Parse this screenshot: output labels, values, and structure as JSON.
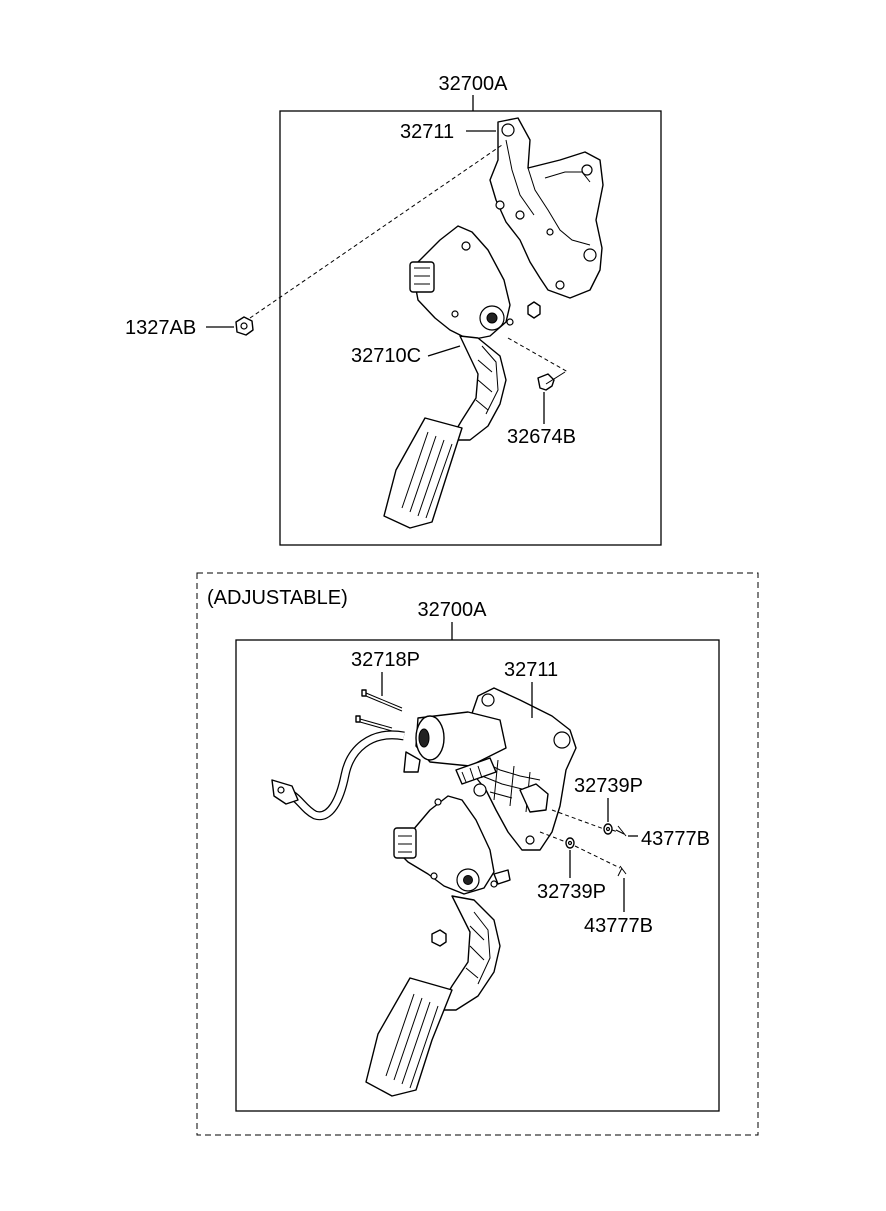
{
  "upper_assembly": {
    "assembly_label": "32700A",
    "labels": {
      "bracket": "32711",
      "nut": "1327AB",
      "pedal": "32710C",
      "bolt": "32674B"
    }
  },
  "adjustable_assembly": {
    "section_title": "(ADJUSTABLE)",
    "assembly_label": "32700A",
    "labels": {
      "bolt": "32718P",
      "bracket": "32711",
      "washer_upper": "32739P",
      "pin_upper": "43777B",
      "washer_lower": "32739P",
      "pin_lower": "43777B"
    }
  }
}
